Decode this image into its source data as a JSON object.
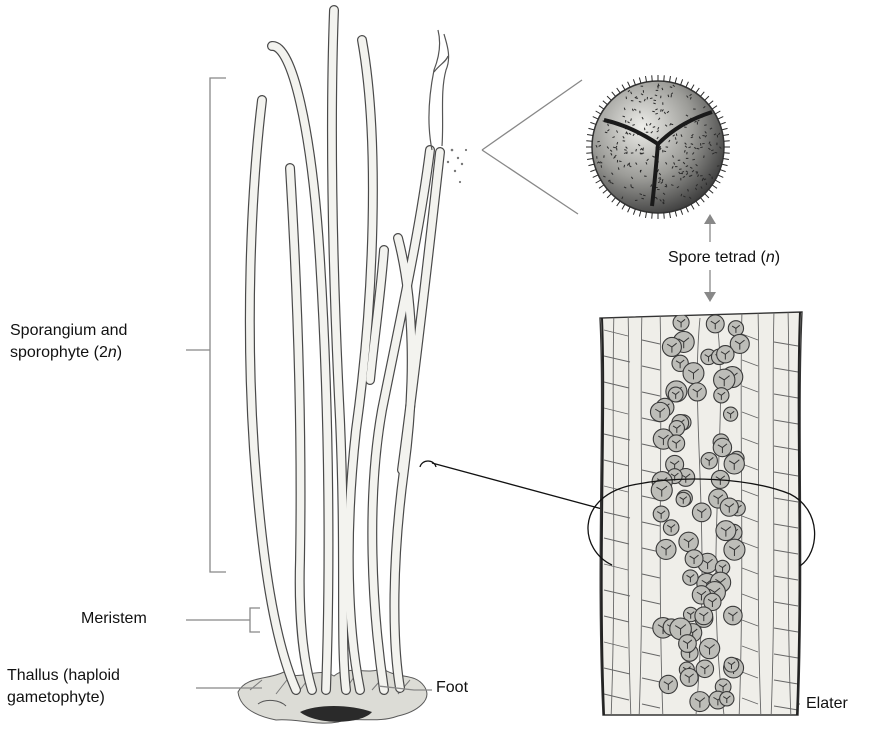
{
  "labels": {
    "sporangium_line1": "Sporangium and",
    "sporangium_line2_prefix": "sporophyte (2",
    "sporangium_line2_italic": "n",
    "sporangium_line2_suffix": ")",
    "spore_tetrad_prefix": "Spore tetrad (",
    "spore_tetrad_italic": "n",
    "spore_tetrad_suffix": ")",
    "meristem": "Meristem",
    "thallus_line1": "Thallus (haploid",
    "thallus_line2": "gametophyte)",
    "foot": "Foot",
    "elater": "Elater"
  },
  "colors": {
    "ink": "#111111",
    "stalk_fill": "#f4f4f1",
    "stalk_stroke": "#555555",
    "leader_line": "#888888",
    "tissue_fill": "#ecebe6",
    "spore_fill": "#bdbdb8",
    "spore_surface": "#3a3a3a"
  }
}
